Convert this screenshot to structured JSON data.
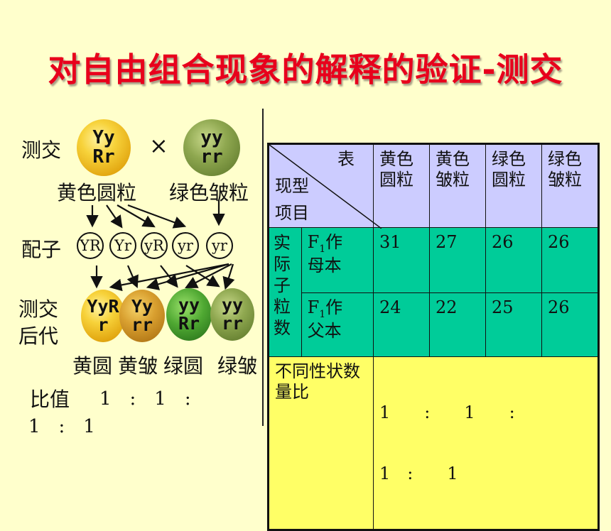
{
  "title": "对自由组合现象的解释的验证-测交",
  "cross": {
    "label": "测交",
    "symbol": "×",
    "parent1": {
      "line1": "Yy",
      "line2": "Rr",
      "label": "黄色圆粒"
    },
    "parent2": {
      "line1": "yy",
      "line2": "rr",
      "label": "绿色皱粒"
    }
  },
  "gametes": {
    "label": "配子",
    "items": [
      "YR",
      "Yr",
      "yR",
      "yr",
      "yr"
    ]
  },
  "offspring": {
    "label1": "测交",
    "label2": "后代",
    "items": [
      {
        "line1": "YyR",
        "line2": "r"
      },
      {
        "line1": "Yy",
        "line2": "rr"
      },
      {
        "line1": "yy",
        "line2": "Rr"
      },
      {
        "line1": "yy",
        "line2": "rr"
      }
    ],
    "names": [
      "黄圆",
      "黄皱",
      "绿圆",
      "绿皱"
    ]
  },
  "ratio": {
    "label": "比值",
    "line1": "1　:　1　:",
    "line2": "1　:　1"
  },
  "table": {
    "corner": {
      "top": "表",
      "mid": "现型",
      "bottom": "项目"
    },
    "columns": [
      "黄色圆粒",
      "黄色皱粒",
      "绿色圆粒",
      "绿色皱粒"
    ],
    "row_group": "实际子粒数",
    "rows": [
      {
        "label_main": "F",
        "label_sub": "1",
        "label_rest": "作",
        "label2": "母本",
        "values": [
          "31",
          "27",
          "26",
          "26"
        ]
      },
      {
        "label_main": "F",
        "label_sub": "1",
        "label_rest": "作",
        "label2": "父本",
        "values": [
          "24",
          "22",
          "25",
          "26"
        ]
      }
    ],
    "ratio_row": {
      "label": "不同性状数量比",
      "line1": "1　　:　　1　　:",
      "line2": "1　:　　1"
    }
  }
}
